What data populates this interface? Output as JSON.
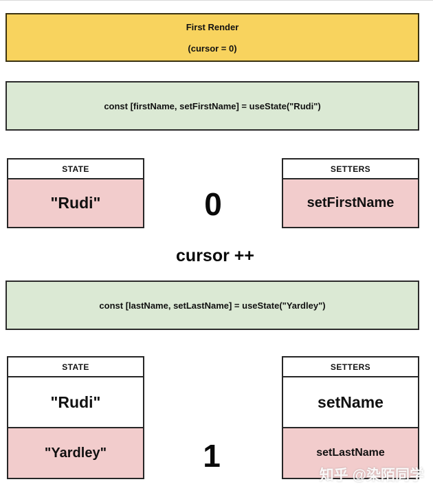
{
  "colors": {
    "render_box_bg": "#F8D35E",
    "code_box_bg": "#DBE9D4",
    "highlight_row_bg": "#F2CCCC",
    "border": "#262626",
    "background": "#ffffff"
  },
  "render_box": {
    "line1": "First Render",
    "line2": "(cursor = 0)"
  },
  "code_boxes": {
    "first": "const [firstName, setFirstName] = useState(\"Rudi\")",
    "second": "const [lastName, setLastName] = useState(\"Yardley\")"
  },
  "cursor_label": "cursor ++",
  "render1": {
    "cursor_value": "0",
    "state_table": {
      "header": "STATE",
      "rows": [
        {
          "text": "\"Rudi\"",
          "highlight": true
        }
      ]
    },
    "setters_table": {
      "header": "SETTERS",
      "rows": [
        {
          "text": "setFirstName",
          "highlight": true
        }
      ]
    }
  },
  "render2": {
    "cursor_value": "1",
    "state_table": {
      "header": "STATE",
      "rows": [
        {
          "text": "\"Rudi\"",
          "highlight": false
        },
        {
          "text": "\"Yardley\"",
          "highlight": true
        }
      ]
    },
    "setters_table": {
      "header": "SETTERS",
      "rows": [
        {
          "text": "setName",
          "highlight": false
        },
        {
          "text": "setLastName",
          "highlight": true
        }
      ]
    }
  },
  "watermark": "知乎 @染陌同学"
}
